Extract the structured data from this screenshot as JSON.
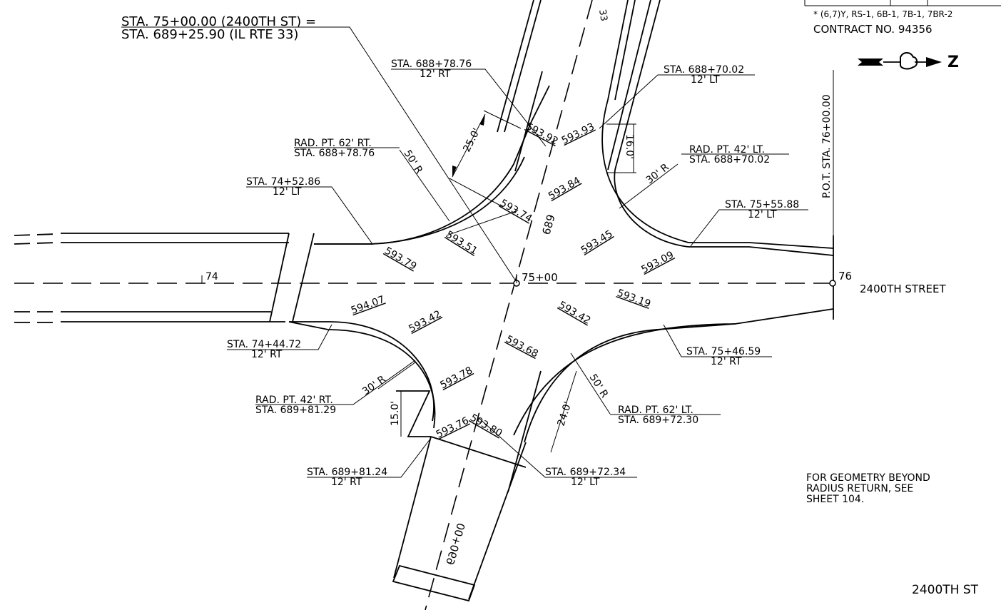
{
  "header": {
    "title_line1": "STA. 75+00.00 (2400TH ST) =",
    "title_line2": "STA. 689+25.90 (IL RTE 33)",
    "route_fragment": "33",
    "sheet_notes": "* (6,7)Y, RS-1, 6B-1, 7B-1, 7BR-2",
    "contract": "CONTRACT NO. 94356",
    "north_letter": "Z"
  },
  "callouts": {
    "sta_688_78_rt": {
      "sta": "STA. 688+78.76",
      "offset": "12' RT"
    },
    "sta_688_70_lt": {
      "sta": "STA. 688+70.02",
      "offset": "12' LT"
    },
    "rad_62_rt": {
      "line1": "RAD. PT. 62' RT.",
      "line2": "STA. 688+78.76"
    },
    "rad_42_lt": {
      "line1": "RAD. PT. 42' LT.",
      "line2": "STA. 688+70.02"
    },
    "sta_74_52": {
      "sta": "STA. 74+52.86",
      "offset": "12' LT"
    },
    "sta_75_55": {
      "sta": "STA. 75+55.88",
      "offset": "12' LT"
    },
    "sta_74_44": {
      "sta": "STA. 74+44.72",
      "offset": "12' RT"
    },
    "sta_75_46": {
      "sta": "STA. 75+46.59",
      "offset": "12' RT"
    },
    "rad_42_rt": {
      "line1": "RAD. PT. 42' RT.",
      "line2": "STA. 689+81.29"
    },
    "rad_62_lt": {
      "line1": "RAD. PT. 62' LT.",
      "line2": "STA. 689+72.30"
    },
    "sta_689_81": {
      "sta": "STA. 689+81.24",
      "offset": "12' RT"
    },
    "sta_689_72": {
      "sta": "STA. 689+72.34",
      "offset": "12' LT"
    }
  },
  "dimensions": {
    "d25": "25.0'",
    "d16": "16.0'",
    "r50_top": "50' R",
    "r30_top": "30' R",
    "r30_bot": "30' R",
    "r50_bot": "50' R",
    "d15": "15.0'",
    "d24": "24.0'"
  },
  "elevations": {
    "e1": "593.92",
    "e2": "593.93",
    "e3": "593.84",
    "e4": "593.74",
    "e5": "593.51",
    "e6": "593.79",
    "e7": "593.45",
    "e8": "593.09",
    "e9": "594.07",
    "e10": "593.42",
    "e11": "593.42",
    "e12": "593.19",
    "e13": "593.68",
    "e14": "593.78",
    "e15": "593.76",
    "e16": "593.80"
  },
  "stations": {
    "s74": "74",
    "s75": "75+00",
    "s76": "76",
    "s689": "689",
    "s690": "690+00",
    "pot": "P.O.T. STA. 76+00.00"
  },
  "street": {
    "name": "2400TH STREET",
    "footer": "2400TH ST"
  },
  "note": {
    "line1": "FOR GEOMETRY BEYOND",
    "line2": "RADIUS RETURN, SEE",
    "line3": "SHEET 104."
  }
}
